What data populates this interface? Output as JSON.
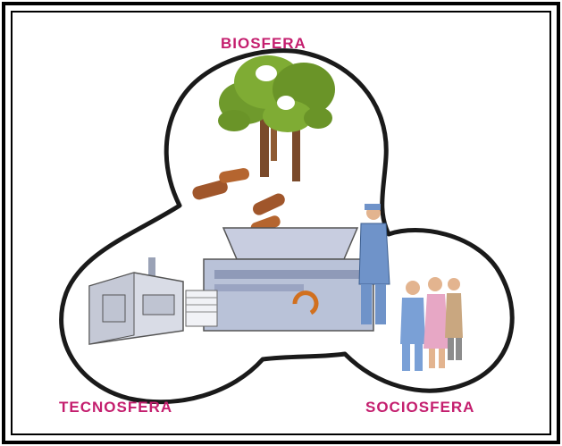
{
  "diagram": {
    "labels": {
      "biosfera": "BIOSFERA",
      "tecnosfera": "TECNOSFERA",
      "sociosfera": "SOCIOSFERA"
    },
    "colors": {
      "label": "#c41e6e",
      "border": "#000000",
      "lobe_outline": "#1a1a1a",
      "foliage": "#6f9a2c",
      "trunk": "#7a4a2a",
      "machine": "#b9c2d8",
      "worker": "#6f93c9"
    }
  }
}
